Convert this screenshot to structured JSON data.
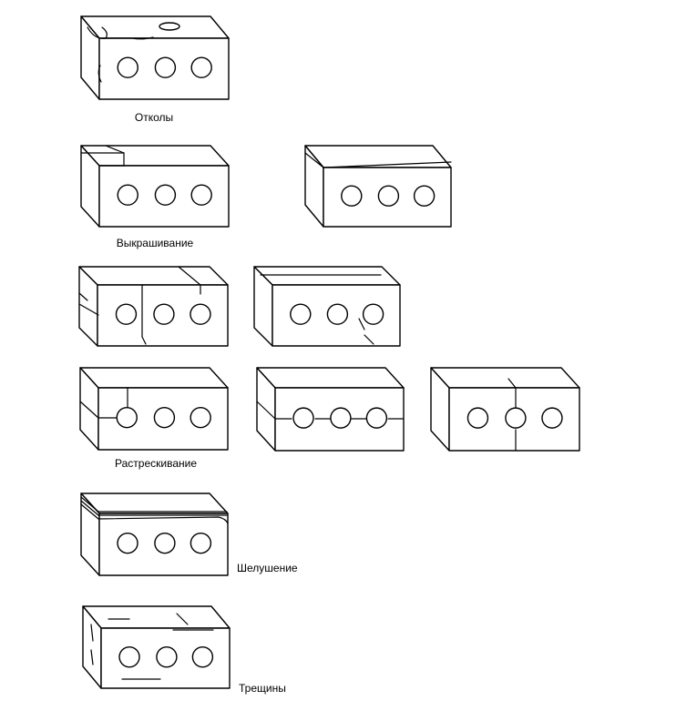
{
  "labels": {
    "chips": "Отколы",
    "crumbling": "Выкрашивание",
    "cracking": "Растрескивание",
    "peeling": "Шелушение",
    "cracks": "Трещины"
  },
  "groups": [
    {
      "key": "chips",
      "label": "Отколы",
      "brick_count": 1
    },
    {
      "key": "crumbling",
      "label": "Выкрашивание",
      "brick_count": 2
    },
    {
      "key": "cracking",
      "label": "Растрескивание",
      "brick_count": 5
    },
    {
      "key": "peeling",
      "label": "Шелушение",
      "brick_count": 1
    },
    {
      "key": "cracks",
      "label": "Трещины",
      "brick_count": 1
    }
  ]
}
